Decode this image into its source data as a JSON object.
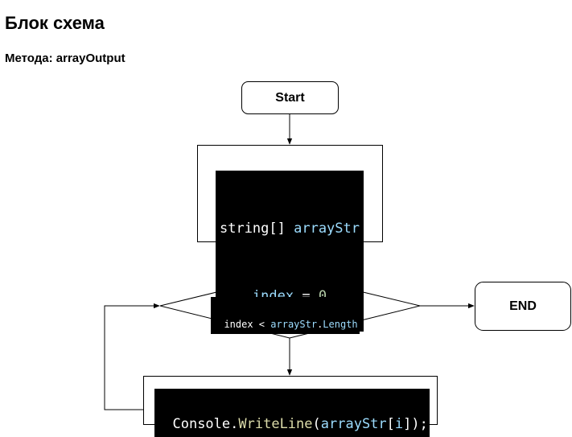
{
  "header": {
    "title": "Блок схема",
    "subtitle": "Метода: arrayOutput"
  },
  "nodes": {
    "start": "Start",
    "end": "END",
    "declare": {
      "line1_type": "string[] ",
      "line1_var": "arrayStr",
      "line2_var": "index",
      "line2_op": " = ",
      "line2_num": "0"
    },
    "condition": {
      "left": "index",
      "op": " < ",
      "var": "arrayStr",
      "dot": ".",
      "prop": "Length"
    },
    "output": {
      "cls": "Console",
      "dot": ".",
      "method": "WriteLine",
      "open": "(",
      "var": "arrayStr",
      "bopen": "[",
      "idx": "i",
      "bclose": "]",
      "close": ");"
    }
  },
  "colors": {
    "code_bg": "#000000",
    "code_var": "#9cdcfe",
    "code_num": "#b5cea8",
    "code_fn": "#dcdcaa",
    "stroke": "#000000"
  }
}
